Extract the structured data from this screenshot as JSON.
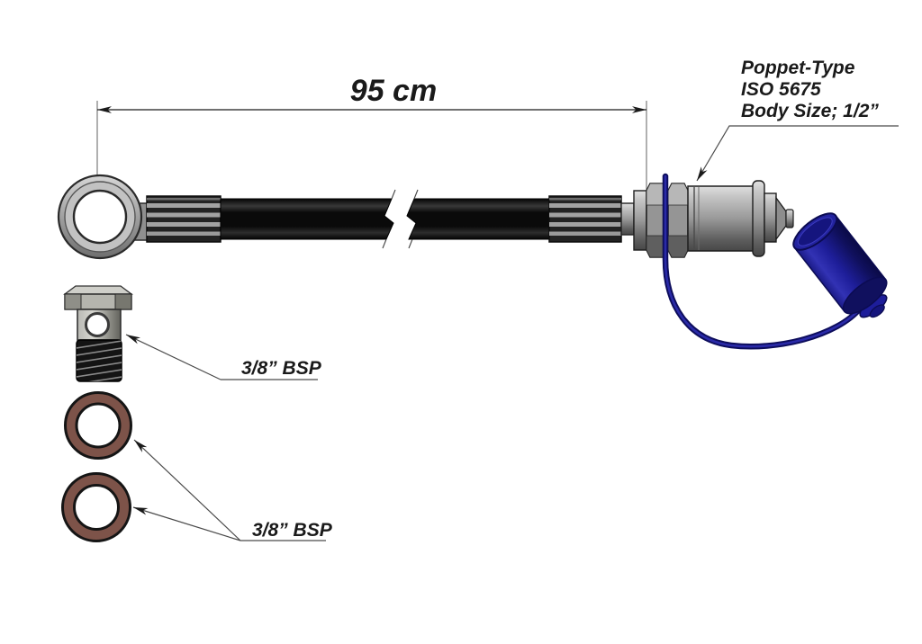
{
  "diagram": {
    "dimension_label": "95 cm",
    "coupling_callout": {
      "line1": "Poppet-Type",
      "line2": "ISO 5675",
      "line3": "Body Size; 1/2”"
    },
    "bolt_callout": "3/8” BSP",
    "washers_callout": "3/8” BSP",
    "parts": {
      "left_end_fitting": "banjo-ring-fitting",
      "hose": "hydraulic-hose-with-break-symbol",
      "right_end_fitting": "poppet-type-quick-coupling-male",
      "dust_cap": "blue-dust-cap-with-lanyard",
      "loose_parts": [
        "banjo-bolt",
        "sealing-washer",
        "sealing-washer"
      ]
    },
    "colors": {
      "background": "#ffffff",
      "hose": "#0d0d0d",
      "metal_light": "#c6c6c6",
      "metal_mid": "#999999",
      "metal_dark": "#4f4f4f",
      "washer": "#7d5349",
      "cap_blue": "#1d1d9c",
      "line": "#1a1a1a"
    }
  }
}
